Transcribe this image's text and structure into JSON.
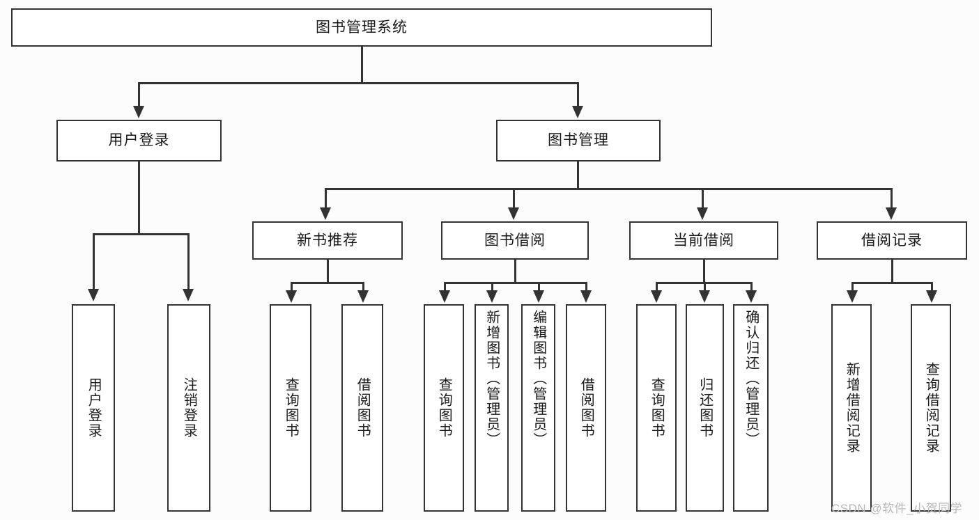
{
  "diagram": {
    "type": "tree",
    "title": "图书管理系统",
    "root": {
      "id": "root",
      "label": "图书管理系统"
    },
    "level2": [
      {
        "id": "user-login",
        "label": "用户登录"
      },
      {
        "id": "book-manage",
        "label": "图书管理"
      }
    ],
    "level3": [
      {
        "id": "new-book-recommend",
        "label": "新书推荐"
      },
      {
        "id": "book-borrow",
        "label": "图书借阅"
      },
      {
        "id": "current-borrow",
        "label": "当前借阅"
      },
      {
        "id": "borrow-record",
        "label": "借阅记录"
      }
    ],
    "leaves": {
      "user_login": [
        {
          "id": "leaf-user-login",
          "label": "用户登录"
        },
        {
          "id": "leaf-logout-login",
          "label": "注销登录"
        }
      ],
      "new_book_recommend": [
        {
          "id": "leaf-query-book-1",
          "label": "查询图书"
        },
        {
          "id": "leaf-borrow-book-1",
          "label": "借阅图书"
        }
      ],
      "book_borrow": [
        {
          "id": "leaf-query-book-2",
          "label": "查询图书"
        },
        {
          "id": "leaf-add-book",
          "label": "新增图书（管理员）"
        },
        {
          "id": "leaf-edit-book",
          "label": "编辑图书（管理员）"
        },
        {
          "id": "leaf-borrow-book-2",
          "label": "借阅图书"
        }
      ],
      "current_borrow": [
        {
          "id": "leaf-query-book-3",
          "label": "查询图书"
        },
        {
          "id": "leaf-return-book",
          "label": "归还图书"
        },
        {
          "id": "leaf-confirm-return",
          "label": "确认归还（管理员）"
        }
      ],
      "borrow_record": [
        {
          "id": "leaf-add-record",
          "label": "新增借阅记录"
        },
        {
          "id": "leaf-query-record",
          "label": "查询借阅记录"
        }
      ]
    }
  },
  "watermark": {
    "text": "CSDN @软件_小贺同学"
  },
  "colors": {
    "border": "#333333",
    "box_fill": "#ffffff",
    "background": "#fcfcfc",
    "text": "#1a1a1a",
    "watermark": "#b8b8b8"
  }
}
